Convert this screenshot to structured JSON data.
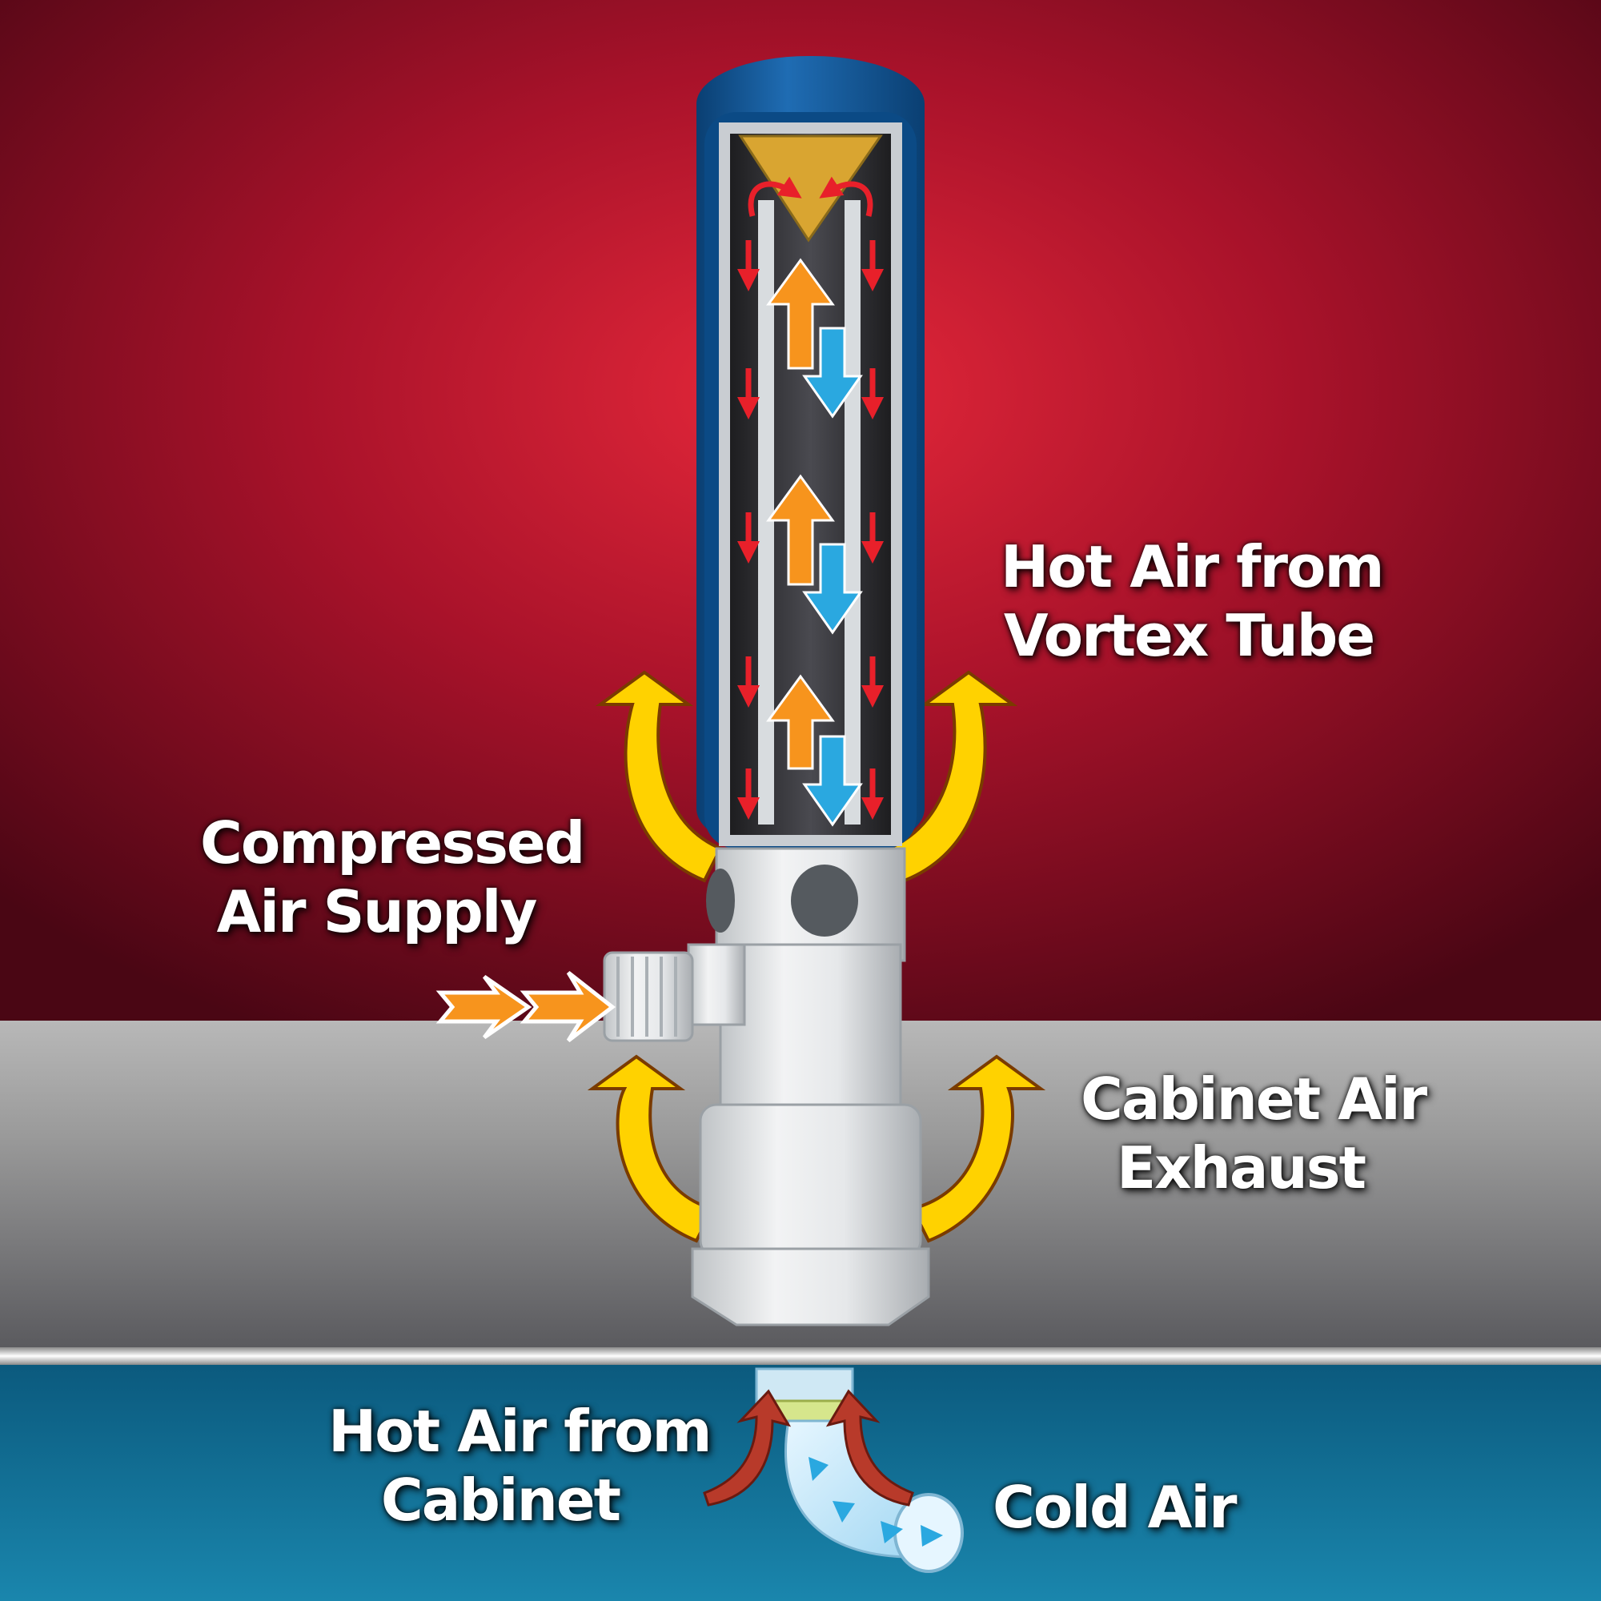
{
  "labels": {
    "hot_air_vortex": {
      "line1": "Hot Air from",
      "line2": "Vortex Tube"
    },
    "compressed_air": {
      "line1": "Compressed",
      "line2": "Air Supply"
    },
    "cabinet_exhaust": {
      "line1": "Cabinet Air",
      "line2": "Exhaust"
    },
    "hot_air_cabinet": {
      "line1": "Hot Air from",
      "line2": "Cabinet"
    },
    "cold_air": {
      "line1": "Cold Air"
    }
  },
  "colors": {
    "background_red": "#c8102e",
    "cabinet_wall_gray": "#8c8c8c",
    "cabinet_interior_blue": "#0e6f93",
    "tube_blue": "#0d5a9e",
    "hot_arrow_orange": "#f7941d",
    "cold_arrow_blue": "#2aa8e0",
    "exhaust_arrow_yellow": "#ffd200",
    "flow_arrow_red": "#e8202a"
  }
}
